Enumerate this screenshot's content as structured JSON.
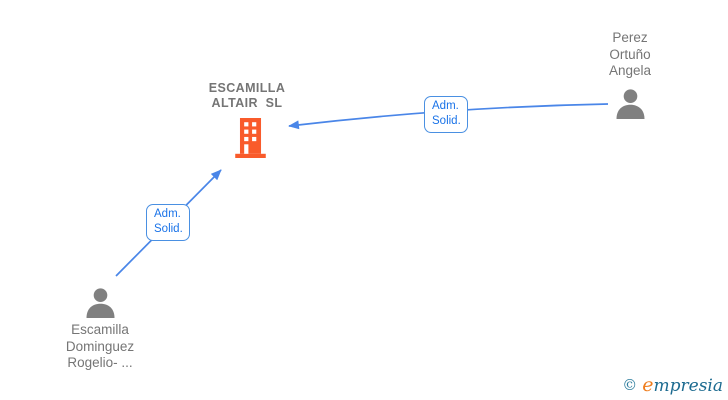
{
  "graph": {
    "company": {
      "name_lines": [
        "ESCAMILLA",
        "ALTAIR  SL"
      ]
    },
    "persons": [
      {
        "name_lines": [
          "Perez",
          "Ortuño",
          "Angela"
        ]
      },
      {
        "name_lines": [
          "Escamilla",
          "Dominguez",
          "Rogelio- ..."
        ]
      }
    ],
    "edges": [
      {
        "from": "Perez Ortuño Angela",
        "to": "ESCAMILLA ALTAIR SL",
        "label_lines": [
          "Adm.",
          "Solid."
        ]
      },
      {
        "from": "Escamilla Dominguez Rogelio- ...",
        "to": "ESCAMILLA ALTAIR SL",
        "label_lines": [
          "Adm.",
          "Solid."
        ]
      }
    ]
  },
  "branding": {
    "copyright_symbol": "©",
    "logo_first_letter": "e",
    "logo_rest": "mpresia"
  },
  "colors": {
    "company_icon": "#f95b2b",
    "person_icon": "#808080",
    "node_text": "#757575",
    "arrow": "#4a86e8",
    "edge_label_text": "#1a73e8",
    "edge_label_border": "#4a90e2",
    "logo_copyright": "#2e7e9e",
    "logo_accent": "#ef7d1d",
    "logo_text": "#1d6b90"
  }
}
